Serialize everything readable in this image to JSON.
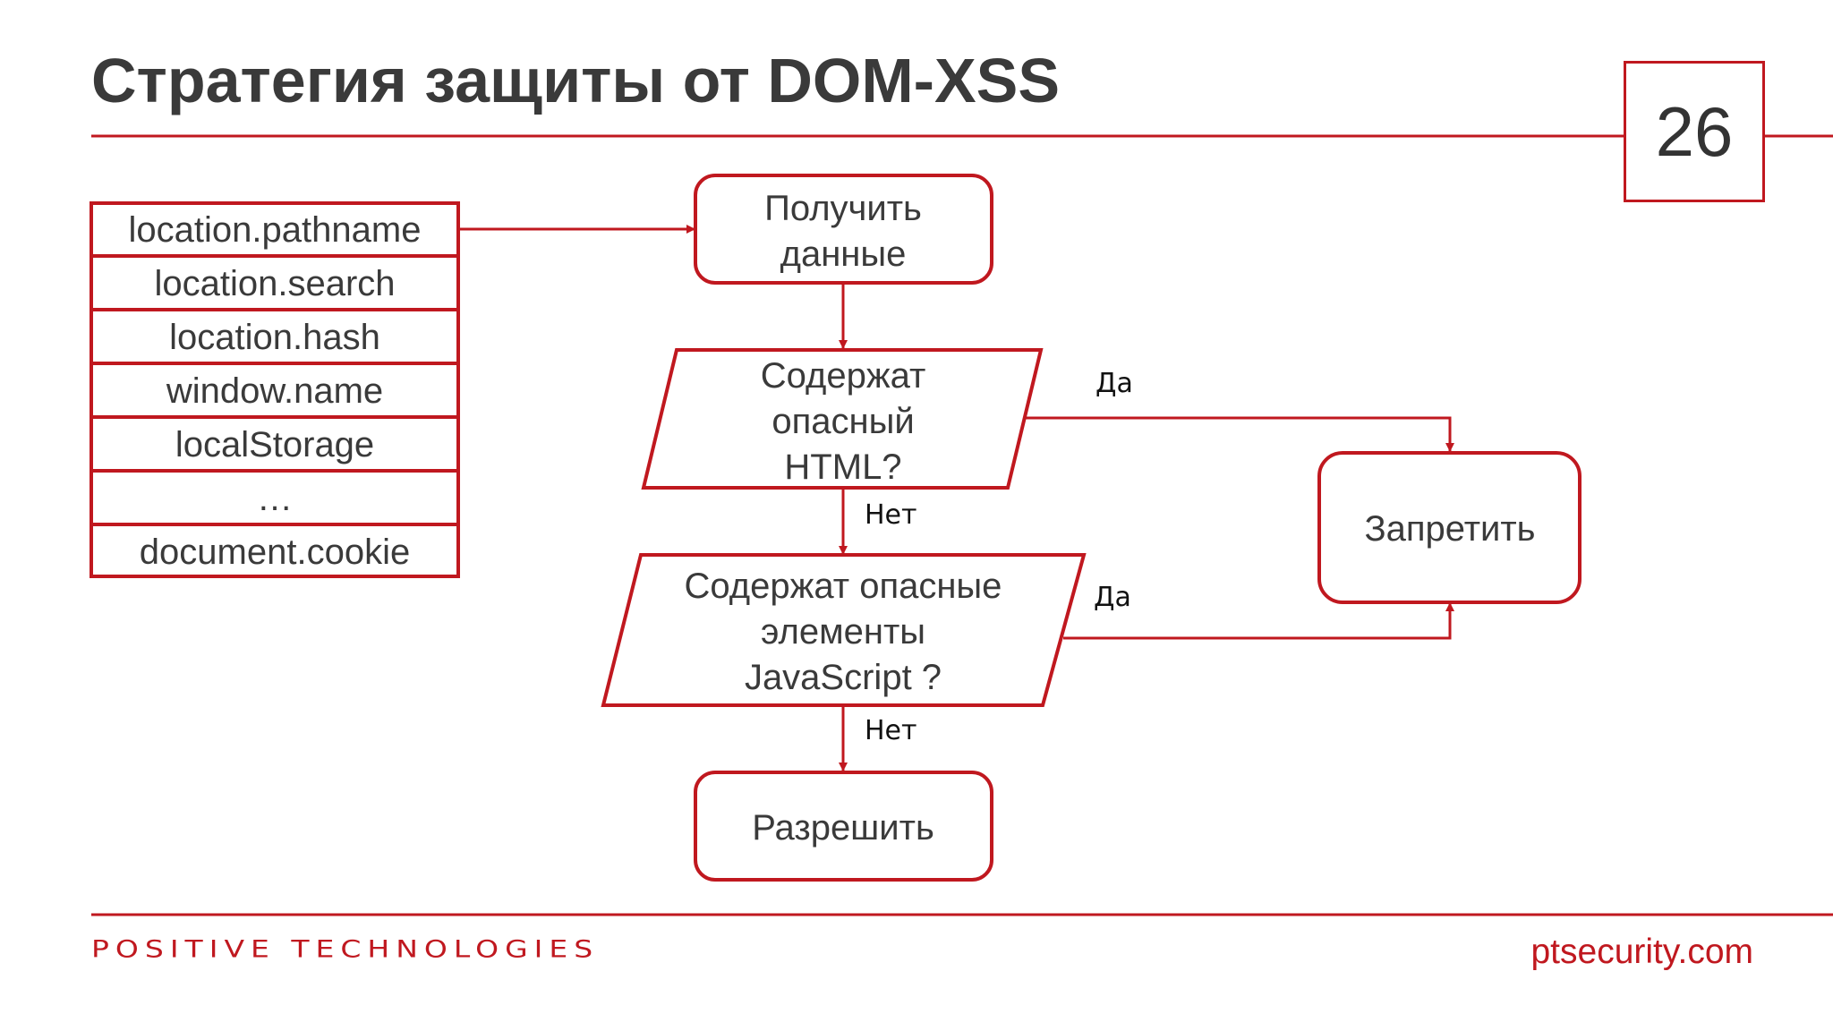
{
  "slide": {
    "title": "Стратегия защиты от DOM-XSS",
    "page_number": "26"
  },
  "sources": [
    "location.pathname",
    "location.search",
    "location.hash",
    "window.name",
    "localStorage",
    "…",
    "document.cookie"
  ],
  "flow": {
    "get_data": [
      "Получить",
      "данные"
    ],
    "check_html": [
      "Содержат",
      "опасный",
      "HTML?"
    ],
    "check_js": [
      "Содержат опасные",
      "элементы",
      "JavaScript ?"
    ],
    "allow": "Разрешить",
    "deny": "Запретить",
    "yes_1": "Да",
    "yes_2": "Да",
    "no_1": "Нет",
    "no_2": "Нет"
  },
  "footer": {
    "logo": "POSITIVE TECHNOLOGIES",
    "url": "ptsecurity.com"
  },
  "colors": {
    "accent": "#c0181f",
    "text": "#3a3a3a"
  }
}
